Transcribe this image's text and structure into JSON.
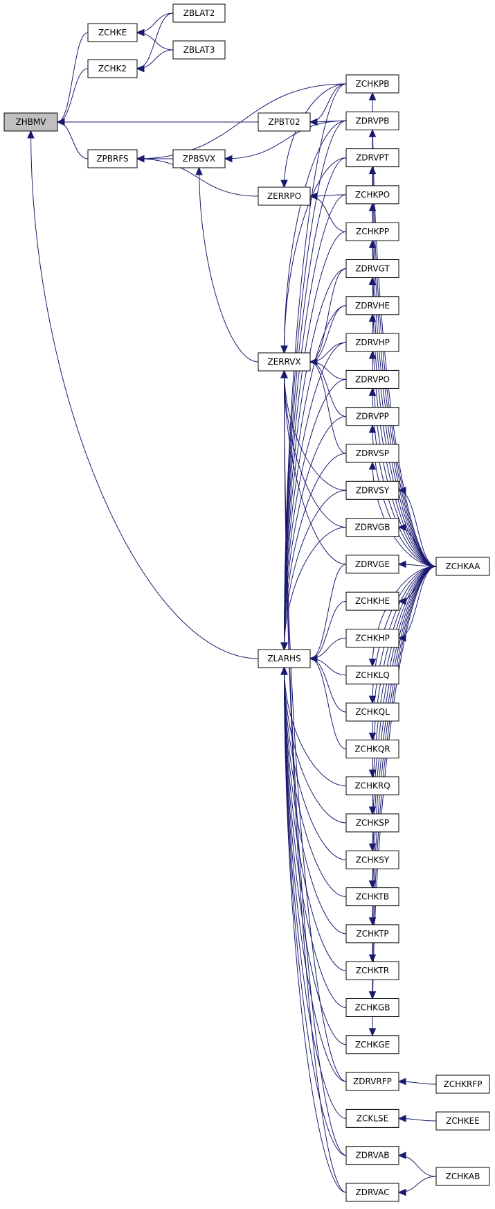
{
  "graph": {
    "edge_color": "#191970",
    "highlight_fill": "#bfbfbf",
    "root": "ZHBMV",
    "nodes": [
      "ZHBMV",
      "ZCHKE",
      "ZBLAT2",
      "ZCHK2",
      "ZBLAT3",
      "ZPBRFS",
      "ZPBSVX",
      "ZPBT02",
      "ZERRPO",
      "ZERRVX",
      "ZLARHS",
      "ZCHKPB",
      "ZDRVPB",
      "ZDRVPT",
      "ZCHKPO",
      "ZCHKPP",
      "ZDRVGT",
      "ZDRVHE",
      "ZDRVHP",
      "ZDRVPO",
      "ZDRVPP",
      "ZDRVSP",
      "ZDRVSY",
      "ZDRVGB",
      "ZDRVGE",
      "ZCHKHE",
      "ZCHKHP",
      "ZCHKLQ",
      "ZCHKQL",
      "ZCHKQR",
      "ZCHKRQ",
      "ZCHKSP",
      "ZCHKSY",
      "ZCHKTB",
      "ZCHKTP",
      "ZCHKTR",
      "ZCHKGB",
      "ZCHKGE",
      "ZDRVRFP",
      "ZCKLSE",
      "ZDRVAB",
      "ZDRVAC",
      "ZCHKAA",
      "ZCHKRFP",
      "ZCHKEE",
      "ZCHKAB"
    ],
    "edges": [
      [
        "ZCHKE",
        "ZHBMV"
      ],
      [
        "ZCHK2",
        "ZHBMV"
      ],
      [
        "ZPBT02",
        "ZHBMV"
      ],
      [
        "ZPBRFS",
        "ZHBMV"
      ],
      [
        "ZLARHS",
        "ZHBMV"
      ],
      [
        "ZBLAT2",
        "ZCHKE"
      ],
      [
        "ZBLAT3",
        "ZCHKE"
      ],
      [
        "ZBLAT2",
        "ZCHK2"
      ],
      [
        "ZBLAT3",
        "ZCHK2"
      ],
      [
        "ZCHKPB",
        "ZPBRFS"
      ],
      [
        "ZPBSVX",
        "ZPBRFS"
      ],
      [
        "ZERRPO",
        "ZPBRFS"
      ],
      [
        "ZDRVPB",
        "ZPBSVX"
      ],
      [
        "ZERRVX",
        "ZPBSVX"
      ],
      [
        "ZCHKPB",
        "ZPBT02"
      ],
      [
        "ZDRVPB",
        "ZPBT02"
      ],
      [
        "ZCHKPB",
        "ZERRPO"
      ],
      [
        "ZCHKPO",
        "ZERRPO"
      ],
      [
        "ZCHKPP",
        "ZERRPO"
      ],
      [
        "ZDRVPB",
        "ZERRVX"
      ],
      [
        "ZDRVPT",
        "ZERRVX"
      ],
      [
        "ZDRVGT",
        "ZERRVX"
      ],
      [
        "ZDRVHE",
        "ZERRVX"
      ],
      [
        "ZDRVHP",
        "ZERRVX"
      ],
      [
        "ZDRVPO",
        "ZERRVX"
      ],
      [
        "ZDRVPP",
        "ZERRVX"
      ],
      [
        "ZDRVSP",
        "ZERRVX"
      ],
      [
        "ZDRVSY",
        "ZERRVX"
      ],
      [
        "ZDRVGB",
        "ZERRVX"
      ],
      [
        "ZDRVGE",
        "ZERRVX"
      ],
      [
        "ZDRVRFP",
        "ZERRVX"
      ],
      [
        "ZDRVAB",
        "ZERRVX"
      ],
      [
        "ZDRVAC",
        "ZERRVX"
      ],
      [
        "ZCHKPB",
        "ZLARHS"
      ],
      [
        "ZDRVPB",
        "ZLARHS"
      ],
      [
        "ZDRVPT",
        "ZLARHS"
      ],
      [
        "ZCHKPO",
        "ZLARHS"
      ],
      [
        "ZCHKPP",
        "ZLARHS"
      ],
      [
        "ZDRVGT",
        "ZLARHS"
      ],
      [
        "ZDRVHE",
        "ZLARHS"
      ],
      [
        "ZDRVHP",
        "ZLARHS"
      ],
      [
        "ZDRVPO",
        "ZLARHS"
      ],
      [
        "ZDRVPP",
        "ZLARHS"
      ],
      [
        "ZDRVSP",
        "ZLARHS"
      ],
      [
        "ZDRVSY",
        "ZLARHS"
      ],
      [
        "ZDRVGB",
        "ZLARHS"
      ],
      [
        "ZDRVGE",
        "ZLARHS"
      ],
      [
        "ZCHKHE",
        "ZLARHS"
      ],
      [
        "ZCHKHP",
        "ZLARHS"
      ],
      [
        "ZCHKLQ",
        "ZLARHS"
      ],
      [
        "ZCHKQL",
        "ZLARHS"
      ],
      [
        "ZCHKQR",
        "ZLARHS"
      ],
      [
        "ZCHKRQ",
        "ZLARHS"
      ],
      [
        "ZCHKSP",
        "ZLARHS"
      ],
      [
        "ZCHKSY",
        "ZLARHS"
      ],
      [
        "ZCHKTB",
        "ZLARHS"
      ],
      [
        "ZCHKTP",
        "ZLARHS"
      ],
      [
        "ZCHKTR",
        "ZLARHS"
      ],
      [
        "ZCHKGB",
        "ZLARHS"
      ],
      [
        "ZCHKGE",
        "ZLARHS"
      ],
      [
        "ZDRVRFP",
        "ZLARHS"
      ],
      [
        "ZCKLSE",
        "ZLARHS"
      ],
      [
        "ZDRVAB",
        "ZLARHS"
      ],
      [
        "ZDRVAC",
        "ZLARHS"
      ],
      [
        "ZCHKAA",
        "ZCHKPB"
      ],
      [
        "ZCHKAA",
        "ZDRVPB"
      ],
      [
        "ZCHKAA",
        "ZDRVPT"
      ],
      [
        "ZCHKAA",
        "ZCHKPO"
      ],
      [
        "ZCHKAA",
        "ZCHKPP"
      ],
      [
        "ZCHKAA",
        "ZDRVGT"
      ],
      [
        "ZCHKAA",
        "ZDRVHE"
      ],
      [
        "ZCHKAA",
        "ZDRVHP"
      ],
      [
        "ZCHKAA",
        "ZDRVPO"
      ],
      [
        "ZCHKAA",
        "ZDRVPP"
      ],
      [
        "ZCHKAA",
        "ZDRVSP"
      ],
      [
        "ZCHKAA",
        "ZDRVSY"
      ],
      [
        "ZCHKAA",
        "ZDRVGB"
      ],
      [
        "ZCHKAA",
        "ZDRVGE"
      ],
      [
        "ZCHKAA",
        "ZCHKHE"
      ],
      [
        "ZCHKAA",
        "ZCHKHP"
      ],
      [
        "ZCHKAA",
        "ZCHKLQ"
      ],
      [
        "ZCHKAA",
        "ZCHKQL"
      ],
      [
        "ZCHKAA",
        "ZCHKQR"
      ],
      [
        "ZCHKAA",
        "ZCHKRQ"
      ],
      [
        "ZCHKAA",
        "ZCHKSP"
      ],
      [
        "ZCHKAA",
        "ZCHKSY"
      ],
      [
        "ZCHKAA",
        "ZCHKTB"
      ],
      [
        "ZCHKAA",
        "ZCHKTP"
      ],
      [
        "ZCHKAA",
        "ZCHKTR"
      ],
      [
        "ZCHKAA",
        "ZCHKGB"
      ],
      [
        "ZCHKAA",
        "ZCHKGE"
      ],
      [
        "ZCHKRFP",
        "ZDRVRFP"
      ],
      [
        "ZCHKEE",
        "ZCKLSE"
      ],
      [
        "ZCHKAB",
        "ZDRVAB"
      ],
      [
        "ZCHKAB",
        "ZDRVAC"
      ]
    ]
  }
}
